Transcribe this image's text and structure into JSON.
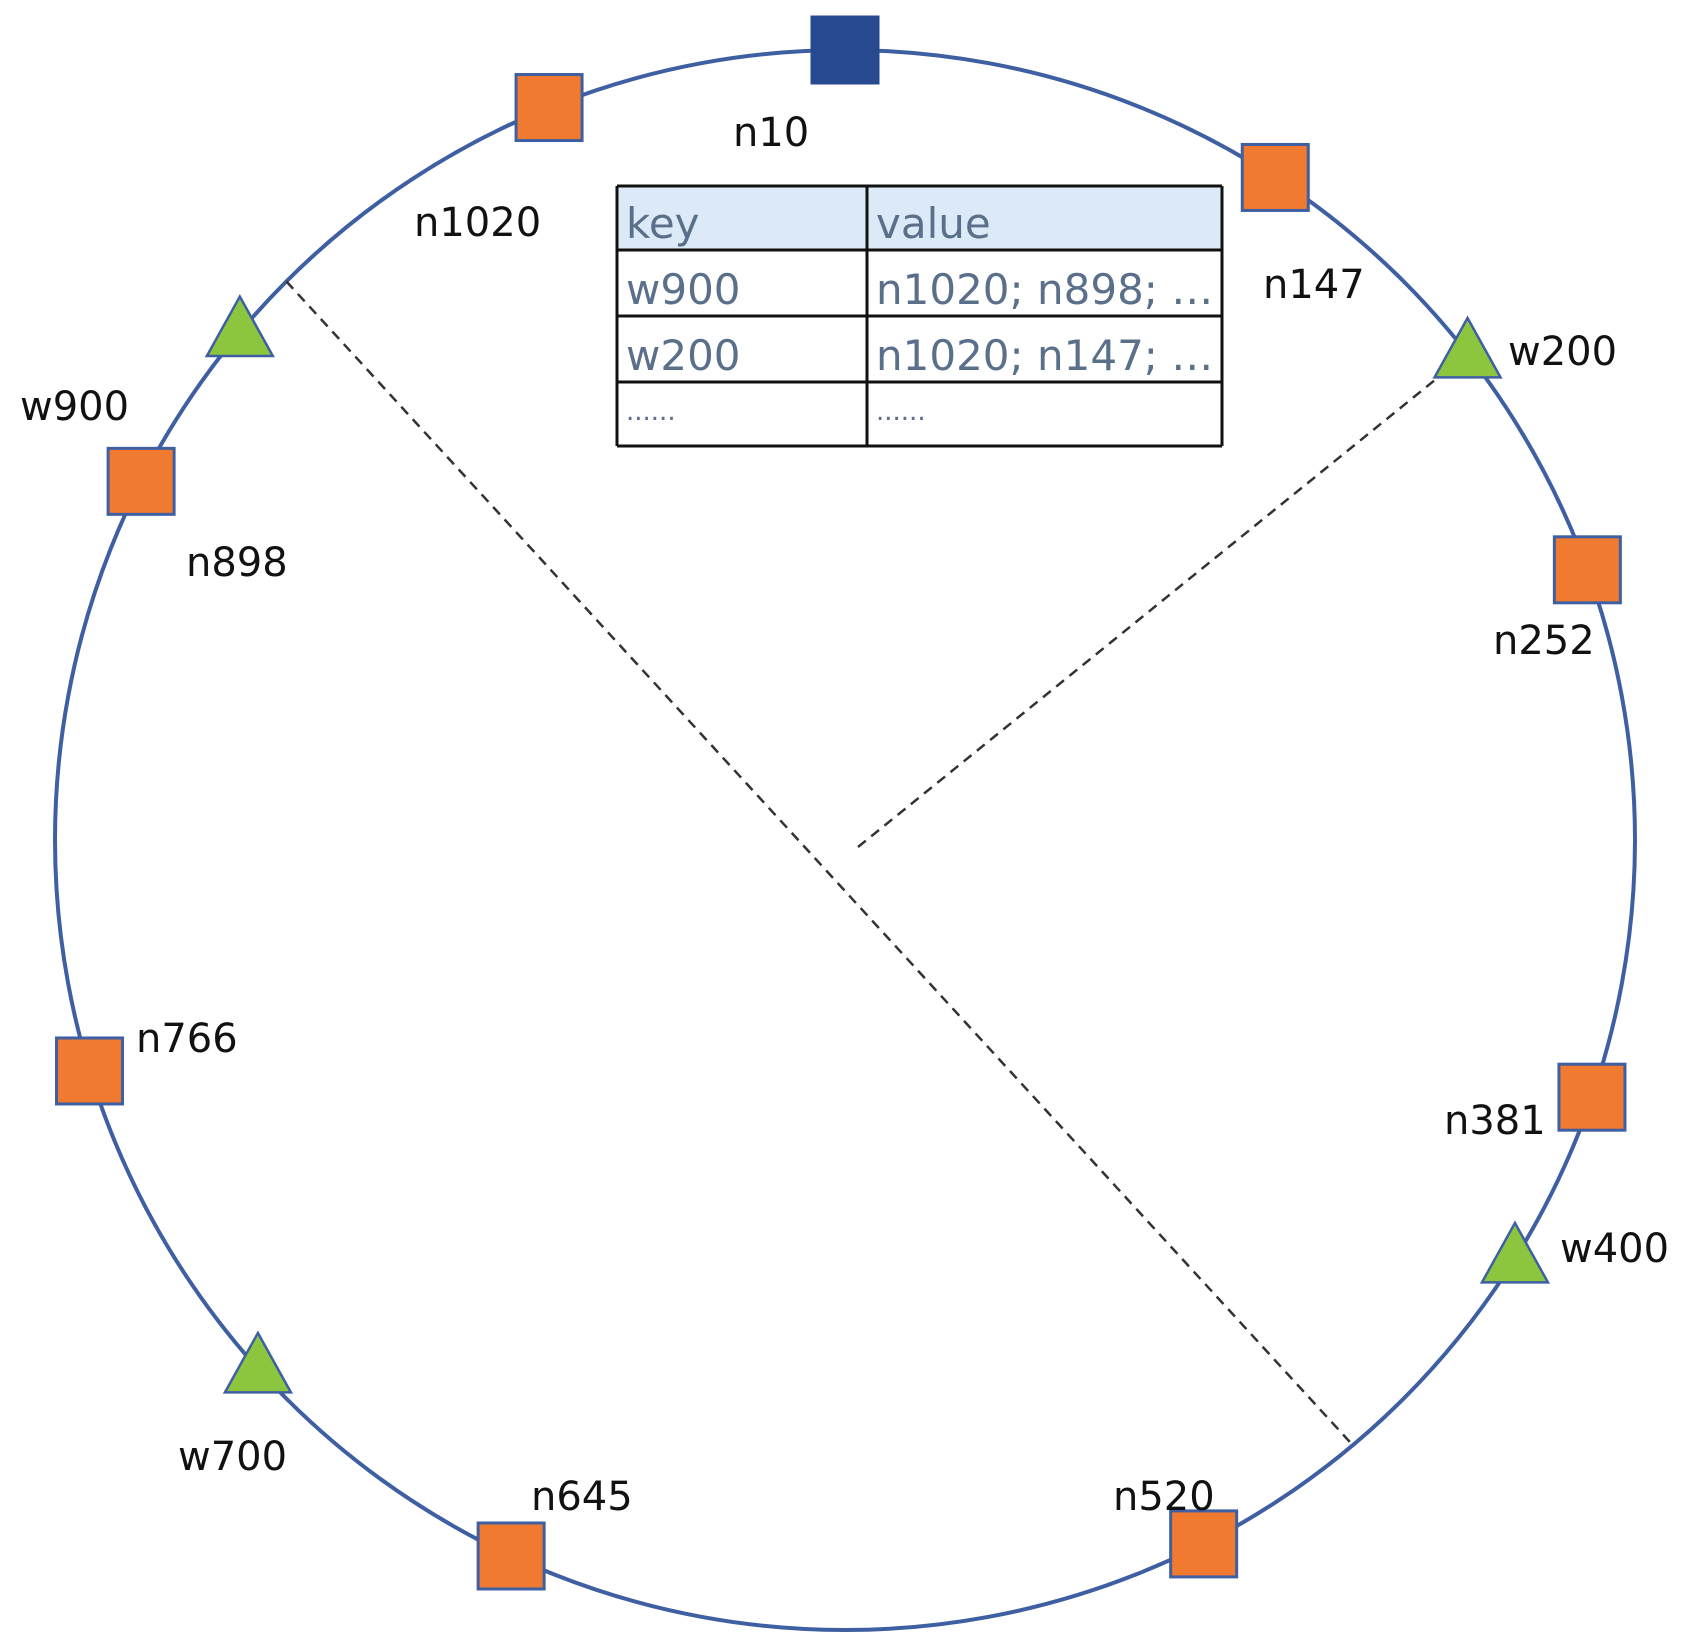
{
  "colors": {
    "ring": "#3f5fa3",
    "node_fill": "#f07a30",
    "node_stroke": "#3f5fa3",
    "selected_node_fill": "#27498f",
    "worker_fill": "#8cc63f",
    "worker_stroke": "#3f5fa3",
    "table_header_fill": "#dceaf7",
    "table_border": "#111111",
    "table_text": "#5a6f8a",
    "divider": "#333333"
  },
  "nodes": [
    {
      "id": "n10",
      "label": "n10",
      "angle": 0,
      "type": "selected-node"
    },
    {
      "id": "n147",
      "label": "n147",
      "angle": 33,
      "type": "node"
    },
    {
      "id": "n252",
      "label": "n252",
      "angle": 70,
      "type": "node"
    },
    {
      "id": "n381",
      "label": "n381",
      "angle": 109,
      "type": "node"
    },
    {
      "id": "n520",
      "label": "n520",
      "angle": 153,
      "type": "node"
    },
    {
      "id": "n645",
      "label": "n645",
      "angle": 205,
      "type": "node"
    },
    {
      "id": "n766",
      "label": "n766",
      "angle": 253,
      "type": "node"
    },
    {
      "id": "n898",
      "label": "n898",
      "angle": 297,
      "type": "node"
    },
    {
      "id": "n1020",
      "label": "n1020",
      "angle": 338,
      "type": "node"
    }
  ],
  "workers": [
    {
      "id": "w200",
      "label": "w200",
      "angle": 52
    },
    {
      "id": "w400",
      "label": "w400",
      "angle": 122
    },
    {
      "id": "w700",
      "label": "w700",
      "angle": 228
    },
    {
      "id": "w900",
      "label": "w900",
      "angle": 310
    }
  ],
  "dividers": [
    {
      "from_angle": 315,
      "to_angle": 140
    },
    {
      "from_center": true,
      "to_angle": 52
    }
  ],
  "lookup_table": {
    "columns": [
      "key",
      "value"
    ],
    "rows": [
      [
        "w900",
        "n1020; n898; …"
      ],
      [
        "w200",
        "n1020; n147; …"
      ],
      [
        "......",
        "......"
      ]
    ]
  }
}
